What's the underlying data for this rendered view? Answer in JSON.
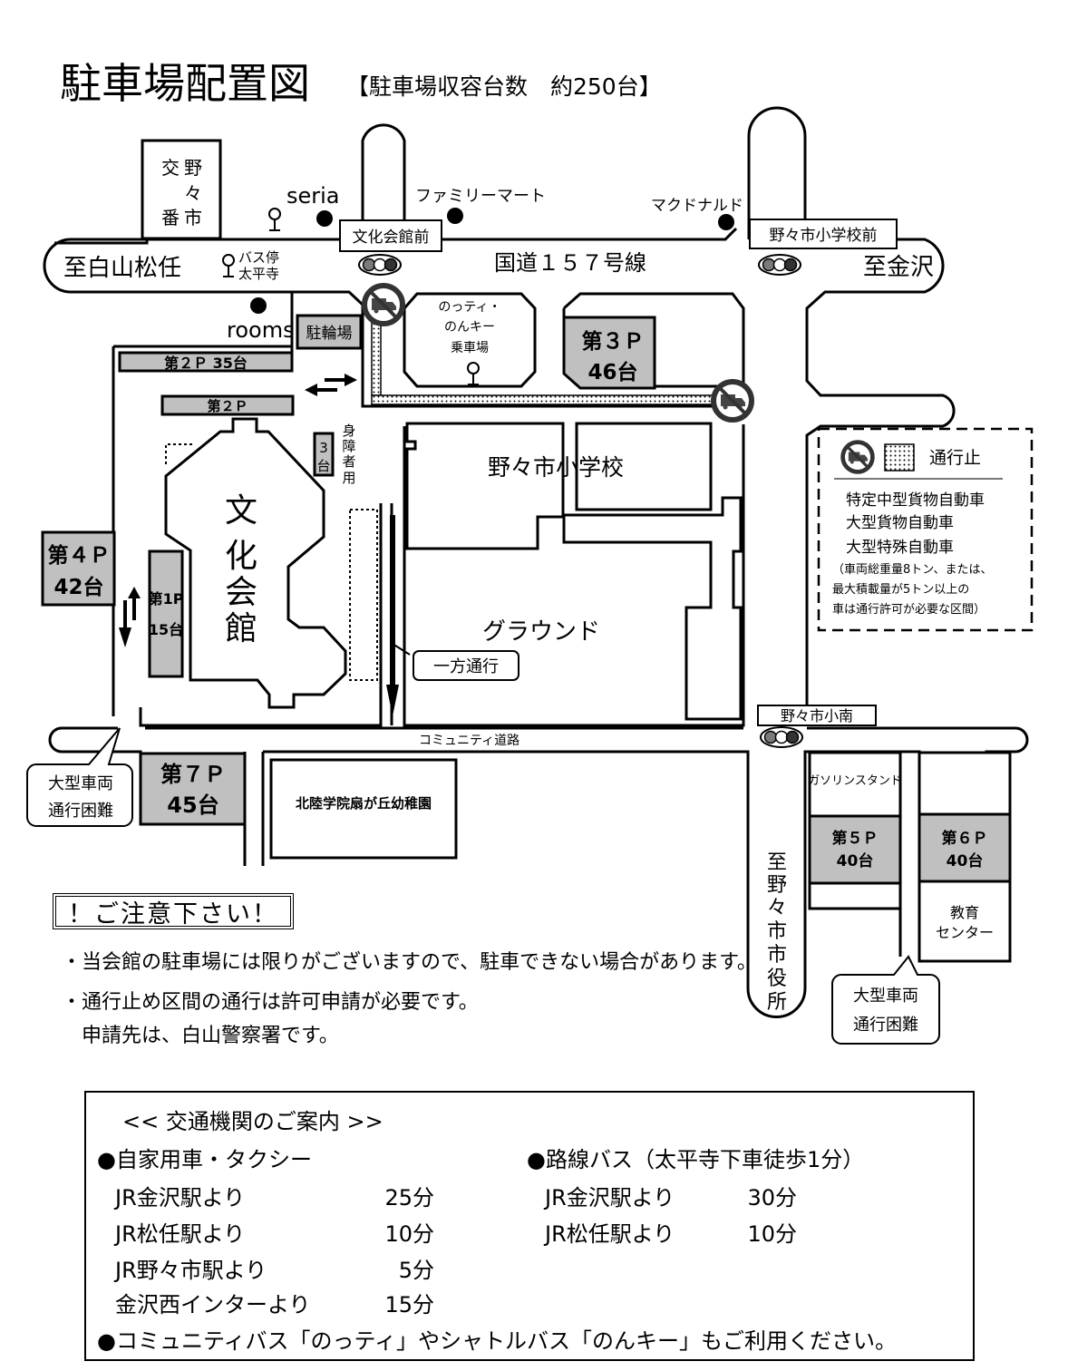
{
  "title": {
    "main": "駐車場配置図",
    "sub": "【駐車場収容台数　約250台】"
  },
  "directions": {
    "west": "至白山松任",
    "east": "至金沢",
    "south": "至野々市市役所"
  },
  "roads": {
    "national": "国道１５７号線",
    "community": "コミュニティ道路"
  },
  "intersections": {
    "bunka_kaikan_mae": "文化会館前",
    "nonoichi_elementary_mae": "野々市小学校前",
    "nonoichi_elementary_south": "野々市小南"
  },
  "landmarks": {
    "police_box": [
      "交",
      "番",
      "野",
      "々",
      "市"
    ],
    "seria": "seria",
    "familymart": "ファミリーマート",
    "mcdonalds": "マクドナルド",
    "rooms": "rooms",
    "bus_stop_label_1": "バス停",
    "bus_stop_label_2": "太平寺",
    "bicycle_parking": "駐輪場",
    "shuttle_stop": [
      "のっティ・",
      "のんキー",
      "乗車場"
    ],
    "elementary_school": "野々市小学校",
    "ground": "グラウンド",
    "culture_hall": [
      "文",
      "化",
      "会",
      "館"
    ],
    "kindergarten": "北陸学院扇が丘幼稚園",
    "gas_station": "ガソリンスタンド",
    "education_center": [
      "教育",
      "センター"
    ],
    "one_way": "一方通行",
    "disabled_parking_count": [
      "3",
      "台"
    ],
    "disabled_parking_label": [
      "身",
      "障",
      "者",
      "用"
    ],
    "large_vehicle_warning": [
      "大型車両",
      "通行困難"
    ]
  },
  "parking_lots": {
    "p1": [
      "第1P",
      "15台"
    ],
    "p2": "第２Ｐ",
    "p2_35": "第２Ｐ 35台",
    "p3": [
      "第３Ｐ",
      "46台"
    ],
    "p4": [
      "第４Ｐ",
      "42台"
    ],
    "p5": [
      "第５Ｐ",
      "40台"
    ],
    "p6": [
      "第６Ｐ",
      "40台"
    ],
    "p7": [
      "第７Ｐ",
      "45台"
    ]
  },
  "legend": {
    "label": "通行止",
    "vehicles": [
      "特定中型貨物自動車",
      "大型貨物自動車",
      "大型特殊自動車"
    ],
    "note": [
      "（車両総重量8トン、または、",
      "最大積載量が5トン以上の",
      "車は通行許可が必要な区間）"
    ]
  },
  "notice": {
    "title": "！ご注意下さい！",
    "lines": [
      "・当会館の駐車場には限りがございますので、駐車できない場合があります。",
      "・通行止め区間の通行は許可申請が必要です。",
      "　申請先は、白山警察署です。"
    ]
  },
  "transport": {
    "heading": "<< 交通機関のご案内 >>",
    "car": {
      "title": "●自家用車・タクシー",
      "rows": [
        {
          "from": "JR金沢駅より",
          "minutes": "25分"
        },
        {
          "from": "JR松任駅より",
          "minutes": "10分"
        },
        {
          "from": "JR野々市駅より",
          "minutes": "5分"
        },
        {
          "from": "金沢西インターより",
          "minutes": "15分"
        }
      ]
    },
    "bus": {
      "title": "●路線バス（太平寺下車徒歩1分）",
      "rows": [
        {
          "from": "JR金沢駅より",
          "minutes": "30分"
        },
        {
          "from": "JR松任駅より",
          "minutes": "10分"
        }
      ]
    },
    "footer": "●コミュニティバス「のっティ」やシャトルバス「のんキー」もご利用ください。"
  },
  "colors": {
    "lot_fill": "#c0c0c0",
    "signal_green": "#7a7a7a",
    "signal_red": "#333333",
    "no_truck_sign": "#333333"
  }
}
